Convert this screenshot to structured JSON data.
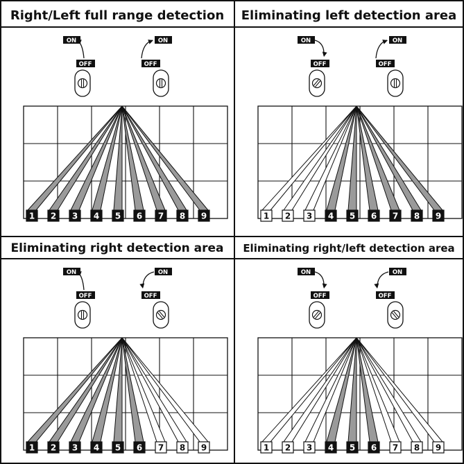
{
  "panels": [
    {
      "id": "full-range",
      "title": "Right/Left full range detection",
      "switches": [
        {
          "side": "left",
          "on_label": "ON",
          "off_label": "OFF",
          "state": "vertical",
          "arrow": "up-to-on"
        },
        {
          "side": "right",
          "on_label": "ON",
          "off_label": "OFF",
          "state": "vertical",
          "arrow": "up-to-on"
        }
      ],
      "zones": [
        {
          "label": "1",
          "active": true
        },
        {
          "label": "2",
          "active": true
        },
        {
          "label": "3",
          "active": true
        },
        {
          "label": "4",
          "active": true
        },
        {
          "label": "5",
          "active": true
        },
        {
          "label": "6",
          "active": true
        },
        {
          "label": "7",
          "active": true
        },
        {
          "label": "8",
          "active": true
        },
        {
          "label": "9",
          "active": true
        }
      ]
    },
    {
      "id": "eliminate-left",
      "title": "Eliminating left detection area",
      "switches": [
        {
          "side": "left",
          "on_label": "ON",
          "off_label": "OFF",
          "state": "slash-right",
          "arrow": "down-to-off"
        },
        {
          "side": "right",
          "on_label": "ON",
          "off_label": "OFF",
          "state": "vertical",
          "arrow": "up-to-on"
        }
      ],
      "zones": [
        {
          "label": "1",
          "active": false
        },
        {
          "label": "2",
          "active": false
        },
        {
          "label": "3",
          "active": false
        },
        {
          "label": "4",
          "active": true
        },
        {
          "label": "5",
          "active": true
        },
        {
          "label": "6",
          "active": true
        },
        {
          "label": "7",
          "active": true
        },
        {
          "label": "8",
          "active": true
        },
        {
          "label": "9",
          "active": true
        }
      ]
    },
    {
      "id": "eliminate-right",
      "title": "Eliminating right detection area",
      "switches": [
        {
          "side": "left",
          "on_label": "ON",
          "off_label": "OFF",
          "state": "vertical",
          "arrow": "up-to-on"
        },
        {
          "side": "right",
          "on_label": "ON",
          "off_label": "OFF",
          "state": "slash-left",
          "arrow": "down-to-off"
        }
      ],
      "zones": [
        {
          "label": "1",
          "active": true
        },
        {
          "label": "2",
          "active": true
        },
        {
          "label": "3",
          "active": true
        },
        {
          "label": "4",
          "active": true
        },
        {
          "label": "5",
          "active": true
        },
        {
          "label": "6",
          "active": true
        },
        {
          "label": "7",
          "active": false
        },
        {
          "label": "8",
          "active": false
        },
        {
          "label": "9",
          "active": false
        }
      ]
    },
    {
      "id": "eliminate-both",
      "title": "Eliminating right/left detection area",
      "switches": [
        {
          "side": "left",
          "on_label": "ON",
          "off_label": "OFF",
          "state": "slash-right",
          "arrow": "down-to-off"
        },
        {
          "side": "right",
          "on_label": "ON",
          "off_label": "OFF",
          "state": "slash-left",
          "arrow": "down-to-off"
        }
      ],
      "zones": [
        {
          "label": "1",
          "active": false
        },
        {
          "label": "2",
          "active": false
        },
        {
          "label": "3",
          "active": false
        },
        {
          "label": "4",
          "active": true
        },
        {
          "label": "5",
          "active": true
        },
        {
          "label": "6",
          "active": true
        },
        {
          "label": "7",
          "active": false
        },
        {
          "label": "8",
          "active": false
        },
        {
          "label": "9",
          "active": false
        }
      ]
    }
  ],
  "colors": {
    "beam_active": "#9a9a9a",
    "beam_inactive": "#ffffff",
    "label_active_bg": "#111111",
    "label_active_fg": "#ffffff",
    "label_inactive_bg": "#ffffff",
    "label_inactive_fg": "#111111",
    "line": "#111111"
  }
}
